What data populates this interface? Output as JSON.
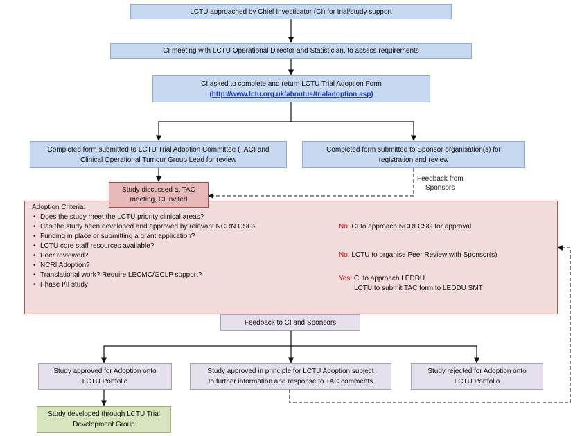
{
  "top_box": "LCTU approached  by Chief Investigator (CI) for trial/study support",
  "meeting_box": "CI meeting with LCTU Operational Director and Statistician,  to assess requirements",
  "adoption_form_box": {
    "line1": "CI asked to complete and return LCTU Trial  Adoption Form",
    "link": "(http://www.lctu.org.uk/aboutus/trialadoption.asp)"
  },
  "tac_submission_box": {
    "line1": "Completed form submitted  to LCTU Trial Adoption Committee (TAC) and",
    "line2": "Clinical Operational Tumour Group Lead for review"
  },
  "sponsor_submission_box": {
    "line1": "Completed form submitted  to Sponsor organisation(s)  for",
    "line2": "registration and review"
  },
  "feedback_from_sponsors": {
    "line1": "Feedback from",
    "line2": "Sponsors"
  },
  "tac_discussion_box": {
    "line1": "Study discussed  at TAC",
    "line2": "meeting, CI invited"
  },
  "criteria": {
    "heading": "Adoption Criteria:",
    "items": [
      "Does the study  meet the LCTU priority clinical  areas?",
      "Has the study been developed and approved by relevant NCRN CSG?",
      "Funding in place or submitting a grant application?",
      "LCTU core staff  resources available?",
      "Peer reviewed?",
      "NCRI Adoption?",
      "Translational work? Require  LECMC/GCLP support?",
      "Phase I/II study"
    ],
    "outcome_csg": {
      "tag": "No:",
      "text": " CI to approach  NCRI CSG for approval"
    },
    "outcome_peer": {
      "tag": "No:",
      "text": "  LCTU to organise  Peer Review with Sponsor(s)"
    },
    "outcome_leddu": {
      "tag": "Yes:",
      "text": " CI to approach  LEDDU",
      "line2": "LCTU to submit TAC form to LEDDU SMT"
    }
  },
  "feedback_box": "Feedback to CI and Sponsors",
  "approved_box": {
    "line1": "Study approved for Adoption onto",
    "line2": "LCTU Portfolio"
  },
  "principle_box": {
    "line1": "Study approved in principle  for LCTU Adoption subject",
    "line2": "to further information  and response to TAC comments"
  },
  "rejected_box": {
    "line1": "Study rejected for Adoption onto",
    "line2": "LCTU Portfolio"
  },
  "developed_box": {
    "line1": "Study developed through LCTU Trial",
    "line2": "Development Group"
  },
  "colors": {
    "blue_fill": "#c6d9f1",
    "lavender_fill": "#e6e0ec",
    "green_fill": "#d7e4bd",
    "pink_fill": "#f2dcdb",
    "red_accent": "#c00000",
    "link_blue": "#1f3fbf"
  }
}
